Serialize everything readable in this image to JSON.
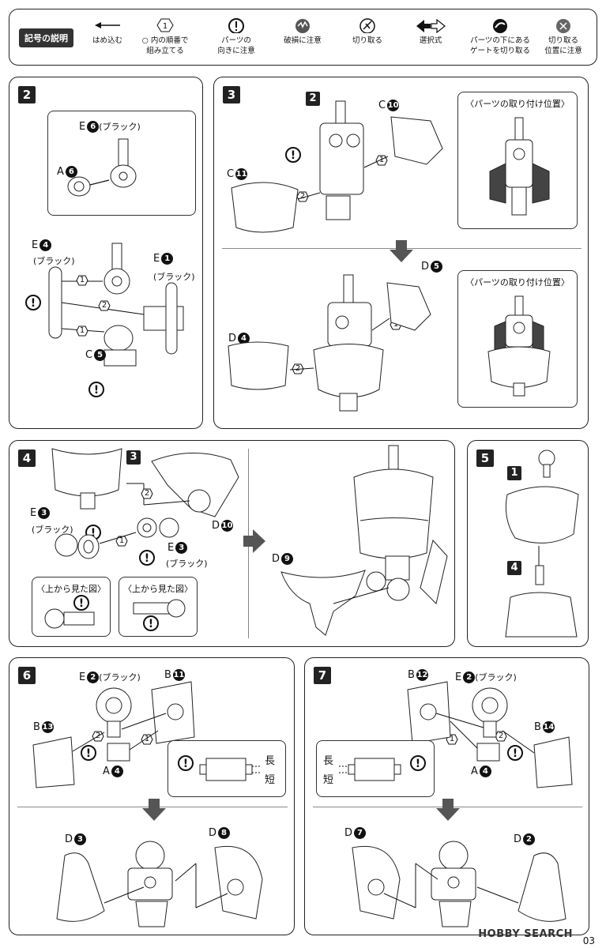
{
  "legend": {
    "title": "記号の説明",
    "items": [
      {
        "icon": "arrow-left-icon",
        "label": "はめ込む"
      },
      {
        "icon": "order-hexagon-icon",
        "symbol": "1",
        "label": "○ 内の順番で\n組み立てる"
      },
      {
        "icon": "warning-icon",
        "label": "パーツの\n向きに注意"
      },
      {
        "icon": "damage-icon",
        "label": "破損に注意"
      },
      {
        "icon": "cut-icon",
        "label": "切り取る"
      },
      {
        "icon": "choice-arrows-icon",
        "label": "選択式"
      },
      {
        "icon": "gate-cut-icon",
        "label": "パーツの下にある\nゲートを切り取る"
      },
      {
        "icon": "cut-position-icon",
        "label": "切り取る\n位置に注意"
      }
    ]
  },
  "steps": {
    "s2": {
      "num": "2",
      "e6": "E",
      "e6n": "6",
      "e6c": "(ブラック)",
      "a6": "A",
      "a6n": "6",
      "e4": "E",
      "e4n": "4",
      "e4c": "(ブラック)",
      "e1": "E",
      "e1n": "1",
      "e1c": "(ブラック)",
      "c5": "C",
      "c5n": "5"
    },
    "s3": {
      "num": "3",
      "ref2": "2",
      "c10": "C",
      "c10n": "10",
      "c11": "C",
      "c11n": "11",
      "d5": "D",
      "d5n": "5",
      "d4": "D",
      "d4n": "4",
      "callout1": "〈パーツの取り付け位置〉",
      "callout2": "〈パーツの取り付け位置〉"
    },
    "s4": {
      "num": "4",
      "ref3": "3",
      "e3a": "E",
      "e3an": "3",
      "e3ac": "(ブラック)",
      "e3b": "E",
      "e3bn": "3",
      "e3bc": "(ブラック)",
      "d10": "D",
      "d10n": "10",
      "d9": "D",
      "d9n": "9",
      "top1": "〈上から見た図〉",
      "top2": "〈上から見た図〉"
    },
    "s5": {
      "num": "5",
      "ref1": "1",
      "ref4": "4"
    },
    "s6": {
      "num": "6",
      "e2": "E",
      "e2n": "2",
      "e2c": "(ブラック)",
      "b11": "B",
      "b11n": "11",
      "b13": "B",
      "b13n": "13",
      "a4": "A",
      "a4n": "4",
      "long": "長",
      "short": "短",
      "d3": "D",
      "d3n": "3",
      "d8": "D",
      "d8n": "8"
    },
    "s7": {
      "num": "7",
      "b12": "B",
      "b12n": "12",
      "e2": "E",
      "e2n": "2",
      "e2c": "(ブラック)",
      "b14": "B",
      "b14n": "14",
      "a4": "A",
      "a4n": "4",
      "long": "長",
      "short": "短",
      "d7": "D",
      "d7n": "7",
      "d2": "D",
      "d2n": "2"
    }
  },
  "footer": {
    "watermark": "HOBBY SEARCH",
    "page": "03"
  }
}
